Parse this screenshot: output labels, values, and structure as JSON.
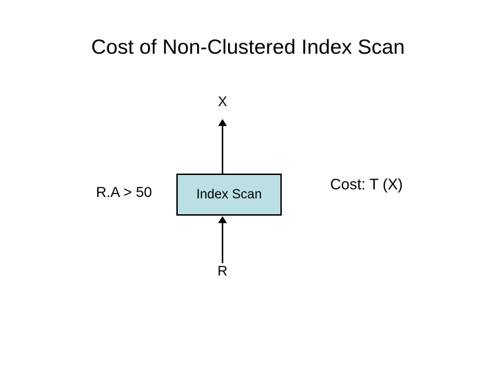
{
  "slide": {
    "title": "Cost of Non-Clustered Index Scan",
    "background_color": "#ffffff",
    "text_color": "#000000"
  },
  "diagram": {
    "type": "query-plan-tree",
    "output_label": "X",
    "input_label": "R",
    "operator": {
      "name": "Index Scan",
      "fill_color": "#bbdfe4",
      "border_color": "#000000"
    },
    "predicate_label": "R.A > 50",
    "cost_label": "Cost: T (X)",
    "arrows": [
      {
        "name": "operator-to-output",
        "direction": "up",
        "from": "Index Scan",
        "to": "X"
      },
      {
        "name": "input-to-operator",
        "direction": "up",
        "from": "R",
        "to": "Index Scan"
      }
    ]
  }
}
